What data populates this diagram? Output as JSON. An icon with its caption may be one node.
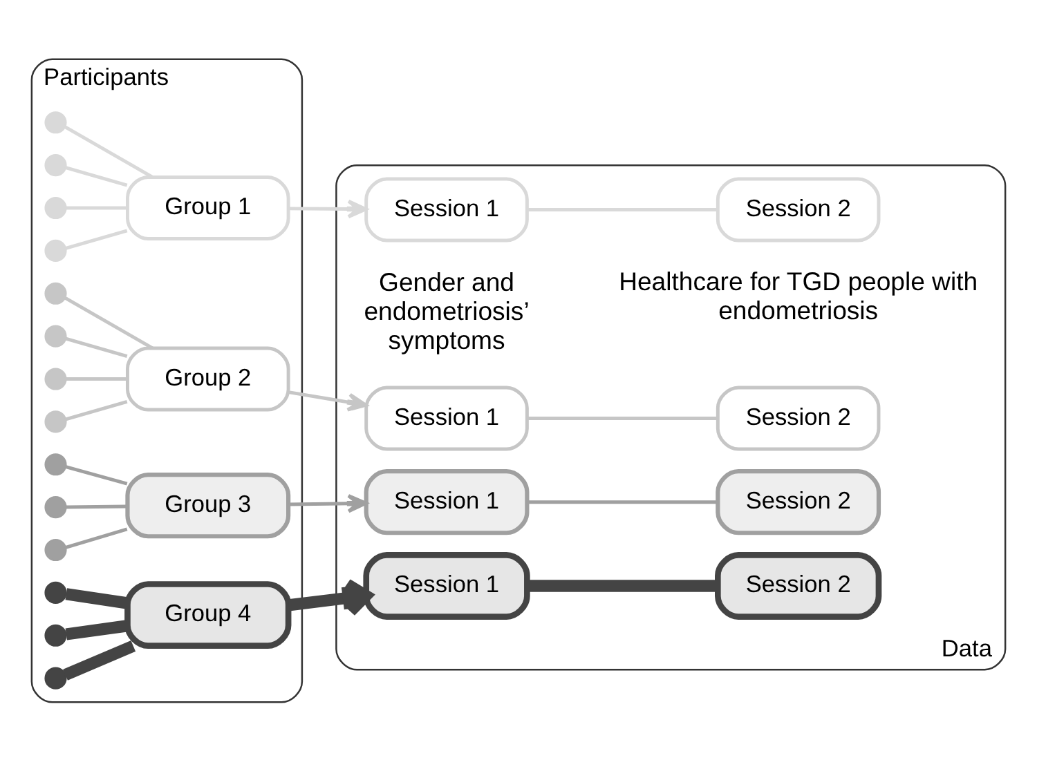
{
  "diagram": {
    "nodes": [
      {
        "text": [
          "Participants"
        ]
      },
      {
        "text": [],
        "shape": "circle",
        "in": 0
      },
      {
        "text": [],
        "shape": "circle",
        "in": 0
      },
      {
        "text": [],
        "shape": "circle",
        "in": 0
      },
      {
        "text": [],
        "shape": "circle",
        "in": 0
      },
      {
        "text": [
          "Group 1"
        ],
        "in": 0
      },
      {
        "text": [],
        "shape": "circle",
        "in": 0
      },
      {
        "text": [],
        "shape": "circle",
        "in": 0
      },
      {
        "text": [],
        "shape": "circle",
        "in": 0
      },
      {
        "text": [],
        "shape": "circle",
        "in": 0
      },
      {
        "text": [
          "Group 2"
        ],
        "in": 0
      },
      {
        "text": [],
        "shape": "circle",
        "in": 0
      },
      {
        "text": [],
        "shape": "circle",
        "in": 0
      },
      {
        "text": [],
        "shape": "circle",
        "in": 0
      },
      {
        "text": [
          "Group 3"
        ],
        "in": 0
      },
      {
        "text": [],
        "shape": "circle",
        "in": 0
      },
      {
        "text": [],
        "shape": "circle",
        "in": 0
      },
      {
        "text": [],
        "shape": "circle",
        "in": 0
      },
      {
        "text": [
          "Group 4"
        ],
        "in": 0
      },
      {
        "text": [
          "Data"
        ]
      },
      {
        "text": [
          "Session 1"
        ],
        "in": 19
      },
      {
        "text": [
          "Session 2"
        ],
        "in": 19
      },
      {
        "text": [
          "Session 1"
        ],
        "in": 19
      },
      {
        "text": [
          "Session 2"
        ],
        "in": 19
      },
      {
        "text": [
          "Session 1"
        ],
        "in": 19
      },
      {
        "text": [
          "Session 2"
        ],
        "in": 19
      },
      {
        "text": [
          "Session 1"
        ],
        "in": 19
      },
      {
        "text": [
          "Session 2"
        ],
        "in": 19
      }
    ],
    "edges": [
      {
        "from": 1,
        "to": 5,
        "arrow": "none",
        "color": "#d9d9d9"
      },
      {
        "from": 2,
        "to": 5,
        "arrow": "none",
        "color": "#d9d9d9"
      },
      {
        "from": 3,
        "to": 5,
        "arrow": "none",
        "color": "#d9d9d9"
      },
      {
        "from": 4,
        "to": 5,
        "arrow": "none",
        "color": "#d9d9d9"
      },
      {
        "from": 5,
        "to": 20,
        "arrow": "to",
        "color": "#d9d9d9"
      },
      {
        "from": 20,
        "to": 21,
        "arrow": "none",
        "color": "#d9d9d9"
      },
      {
        "from": 6,
        "to": 10,
        "arrow": "none",
        "color": "#c6c6c6"
      },
      {
        "from": 7,
        "to": 10,
        "arrow": "none",
        "color": "#c6c6c6"
      },
      {
        "from": 8,
        "to": 10,
        "arrow": "none",
        "color": "#c6c6c6"
      },
      {
        "from": 9,
        "to": 10,
        "arrow": "none",
        "color": "#c6c6c6"
      },
      {
        "from": 10,
        "to": 22,
        "arrow": "to",
        "color": "#c6c6c6"
      },
      {
        "from": 22,
        "to": 23,
        "arrow": "none",
        "color": "#c6c6c6"
      },
      {
        "from": 11,
        "to": 14,
        "arrow": "none",
        "color": "#a0a0a0"
      },
      {
        "from": 12,
        "to": 14,
        "arrow": "none",
        "color": "#a0a0a0"
      },
      {
        "from": 13,
        "to": 14,
        "arrow": "none",
        "color": "#a0a0a0"
      },
      {
        "from": 14,
        "to": 24,
        "arrow": "to",
        "color": "#a0a0a0"
      },
      {
        "from": 24,
        "to": 25,
        "arrow": "none",
        "color": "#a0a0a0"
      },
      {
        "from": 15,
        "to": 18,
        "arrow": "none",
        "color": "#444444",
        "style": "thick"
      },
      {
        "from": 16,
        "to": 18,
        "arrow": "none",
        "color": "#444444",
        "style": "thick"
      },
      {
        "from": 17,
        "to": 18,
        "arrow": "none",
        "color": "#444444",
        "style": "thick"
      },
      {
        "from": 18,
        "to": 26,
        "arrow": "to",
        "color": "#444444",
        "style": "thick"
      },
      {
        "from": 26,
        "to": 27,
        "arrow": "none",
        "color": "#444444",
        "style": "thick"
      }
    ],
    "labels": [
      "Gender and endometriosis’ symptoms",
      "Healthcare for TGD people with endometriosis"
    ]
  }
}
